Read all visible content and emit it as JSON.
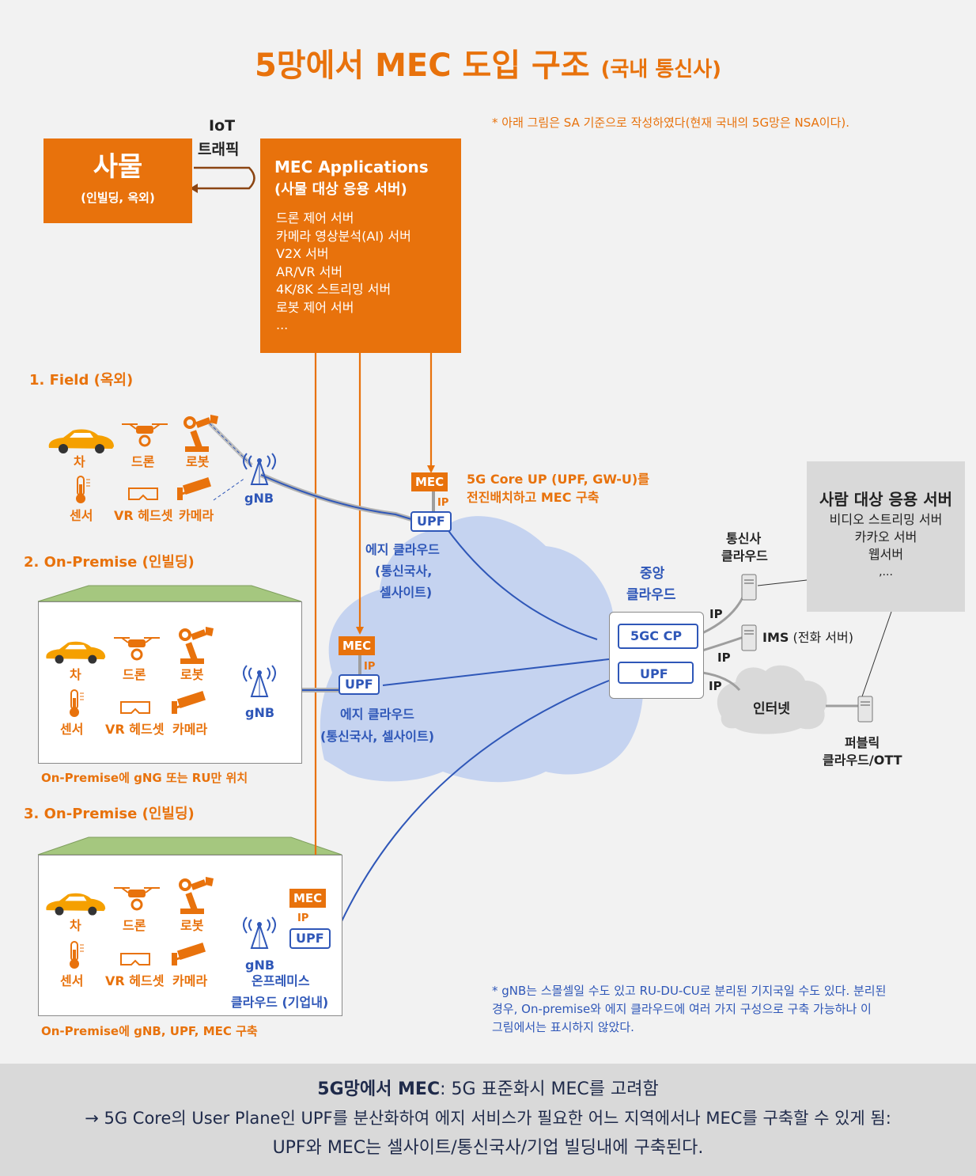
{
  "title": {
    "main": "5망에서 MEC 도입 구조",
    "sub": "(국내 통신사)"
  },
  "note_top": "* 아래 그림은 SA 기준으로 작성하였다(현재 국내의 5G망은 NSA이다).",
  "thing": {
    "title": "사물",
    "sub": "(인빌딩, 옥외)"
  },
  "iot_traffic": [
    "IoT",
    "트래픽"
  ],
  "mec_apps": {
    "title": "MEC Applications",
    "subtitle": "(사물 대상 응용 서버)",
    "items": [
      "드론 제어 서버",
      "카메라 영상분석(AI) 서버",
      "V2X 서버",
      "AR/VR 서버",
      "4K/8K 스트리밍 서버",
      "로봇 제어 서버",
      "..."
    ]
  },
  "devices": {
    "car": "차",
    "drone": "드론",
    "robot": "로봇",
    "sensor": "센서",
    "vr": "VR 헤드셋",
    "camera": "카메라",
    "gnb": "gNB"
  },
  "sections": {
    "s1": "1. Field (옥외)",
    "s2": "2. On-Premise (인빌딩)",
    "s3": "3. On-Premise (인빌딩)"
  },
  "s2_caption": "On-Premise에 gNG 또는 RU만 위치",
  "s3_caption": "On-Premise에 gNB, UPF, MEC 구축",
  "labels": {
    "mec": "MEC",
    "upf": "UPF",
    "ip": "IP",
    "cp": "5GC CP"
  },
  "core_up_note": [
    "5G Core UP (UPF, GW-U)를",
    "전진배치하고 MEC 구축"
  ],
  "edge1": [
    "에지 클라우드",
    "(통신국사,",
    "셀사이트)"
  ],
  "edge2": [
    "에지 클라우드",
    "(통신국사, 셀사이트)"
  ],
  "central": [
    "중앙",
    "클라우드"
  ],
  "onprem_cloud": [
    "온프레미스",
    "클라우드 (기업내)"
  ],
  "telco_cloud": [
    "통신사",
    "클라우드"
  ],
  "ims": {
    "name": "IMS",
    "desc": "(전화 서버)"
  },
  "internet": "인터넷",
  "public_cloud": [
    "퍼블릭",
    "클라우드/OTT"
  ],
  "human_servers": {
    "title": "사람 대상 응용 서버",
    "items": [
      "비디오 스트리밍 서버",
      "카카오 서버",
      "웹서버",
      ",..."
    ]
  },
  "gnb_note": [
    "* gNB는 스몰셀일 수도 있고 RU-DU-CU로 분리된 기지국일 수도 있다. 분리된",
    "경우, On-premise와 에지 클라우드에 여러 가지 구성으로 구축 가능하나 이",
    "그림에서는 표시하지 않았다."
  ],
  "footer": {
    "line1_bold": "5G망에서 MEC",
    "line1_rest": ": 5G 표준화시 MEC를 고려함",
    "line2": "→  5G Core의 User Plane인 UPF를 분산화하여 에지 서비스가 필요한 어느 지역에서나 MEC를 구축할 수 있게 됨:",
    "line3": "UPF와 MEC는 셀사이트/통신국사/기업 빌딩내에 구축된다."
  },
  "colors": {
    "orange": "#e8720c",
    "blue": "#2f57b8",
    "cloud": "#c5d3f0",
    "grey": "#d9d9d9",
    "roof": "#a5c77f"
  }
}
